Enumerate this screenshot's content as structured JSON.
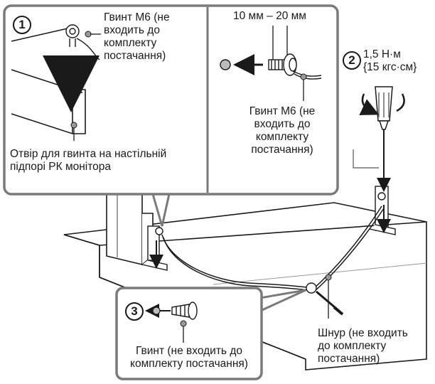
{
  "step1": {
    "number": "1",
    "screw_label": [
      "Гвинт М6 (не",
      "входить до",
      "комплекту",
      "постачання)"
    ],
    "hole_label": [
      "Отвір для гвинта на настільній",
      "підпорі РК монітора"
    ]
  },
  "step1_detail": {
    "dimension": "10 мм – 20 мм",
    "screw_label": [
      "Гвинт М6 (не",
      "входить до",
      "комплекту",
      "постачання)"
    ]
  },
  "step2": {
    "number": "2",
    "torque": [
      "1,5 Н·м",
      "{15 кгс·см}"
    ]
  },
  "step3": {
    "number": "3",
    "screw_label": [
      "Гвинт (не входить до",
      "комплекту постачання)"
    ]
  },
  "cord_label": [
    "Шнур (не входить",
    "до комплекту",
    "постачання)"
  ],
  "colors": {
    "line": "#1a1a1a",
    "panel_border": "#7a7a7a",
    "fill": "#ffffff",
    "shade": "#d8d8d8"
  }
}
